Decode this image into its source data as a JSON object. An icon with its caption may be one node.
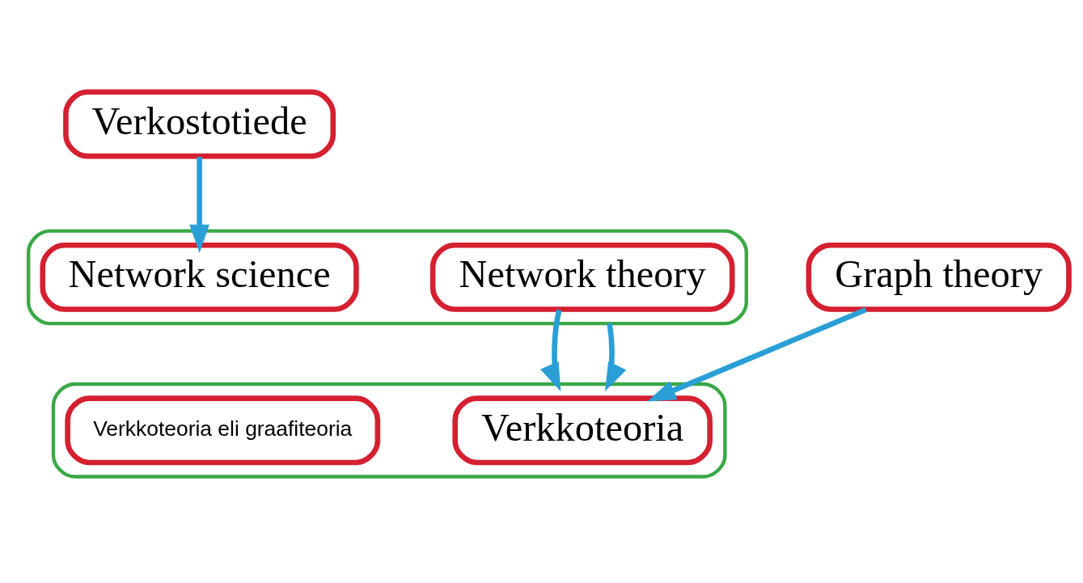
{
  "diagram": {
    "nodes": [
      {
        "text": [
          "Verkostotiede"
        ]
      },
      {
        "text": [],
        "shape": "box"
      },
      {
        "text": [
          "Network theory"
        ],
        "in": 1
      },
      {
        "text": [
          "Network science"
        ],
        "in": 1
      },
      {
        "text": [],
        "shape": "box"
      },
      {
        "text": [
          "Verkkoteoria"
        ],
        "in": 4
      },
      {
        "text": [
          "Verkkoteoria eli graafiteoria"
        ],
        "in": 4
      },
      {
        "text": [
          "Graph theory"
        ]
      }
    ],
    "edges": [
      {
        "from": 0,
        "to": 3,
        "arrow": "to"
      },
      {
        "from": 2,
        "to": 4,
        "arrow": "to"
      },
      {
        "from": 1,
        "to": 4,
        "arrow": "to"
      },
      {
        "from": 7,
        "to": 5,
        "arrow": "to"
      }
    ]
  }
}
